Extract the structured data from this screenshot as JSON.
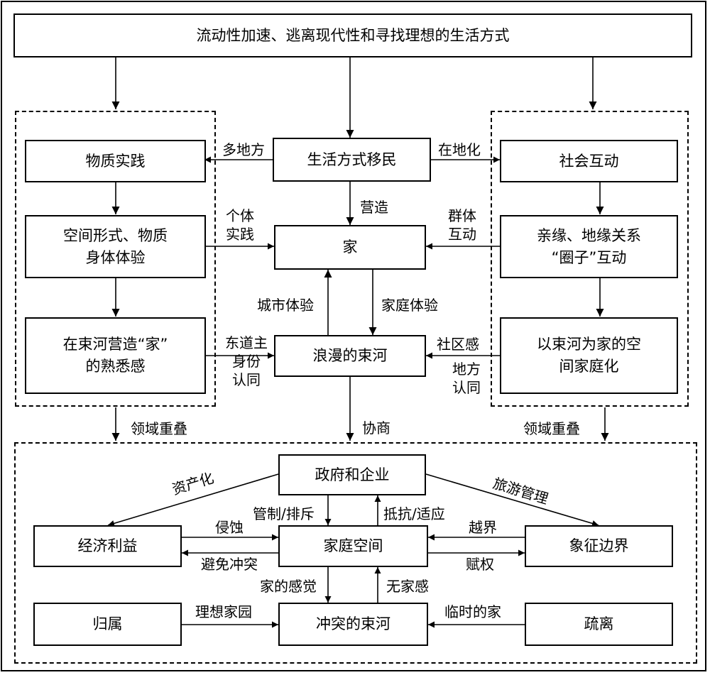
{
  "boxes": {
    "top": "流动性加速、逃离现代性和寻找理想的生活方式",
    "lifestyle_migrant": "生活方式移民",
    "material_practice": "物质实践",
    "social_interaction": "社会互动",
    "spatial_form": "空间形式、物质\n身体体验",
    "home": "家",
    "kinship": "亲缘、地缘关系\n“圈子”互动",
    "familiarity": "在束河营造“家”\n的熟悉感",
    "romantic_shuhe": "浪漫的束河",
    "domestication": "以束河为家的空\n间家庭化",
    "government": "政府和企业",
    "economic": "经济利益",
    "domestic_space": "家庭空间",
    "symbolic_boundary": "象征边界",
    "belonging": "归属",
    "conflict_shuhe": "冲突的束河",
    "alienation": "疏离"
  },
  "labels": {
    "multi_place": "多地方",
    "localization": "在地化",
    "create": "营造",
    "individual_practice": "个体\n实践",
    "group_interaction": "群体\n互动",
    "urban_experience": "城市体验",
    "family_experience": "家庭体验",
    "host_identity": "东道主\n身份\n认同",
    "community_sense": "社区感",
    "place_identity": "地方\n认同",
    "domain_overlap_left": "领域重叠",
    "negotiate": "协商",
    "domain_overlap_right": "领域重叠",
    "capitalization": "资产化",
    "tourism_management": "旅游管理",
    "control_exclude": "管制/排斥",
    "resist_adapt": "抵抗/适应",
    "erosion": "侵蚀",
    "avoid_conflict": "避免冲突",
    "cross_boundary": "越界",
    "empower": "赋权",
    "sense_of_home": "家的感觉",
    "homelessness": "无家感",
    "ideal_home": "理想家园",
    "temporary_home": "临时的家"
  }
}
